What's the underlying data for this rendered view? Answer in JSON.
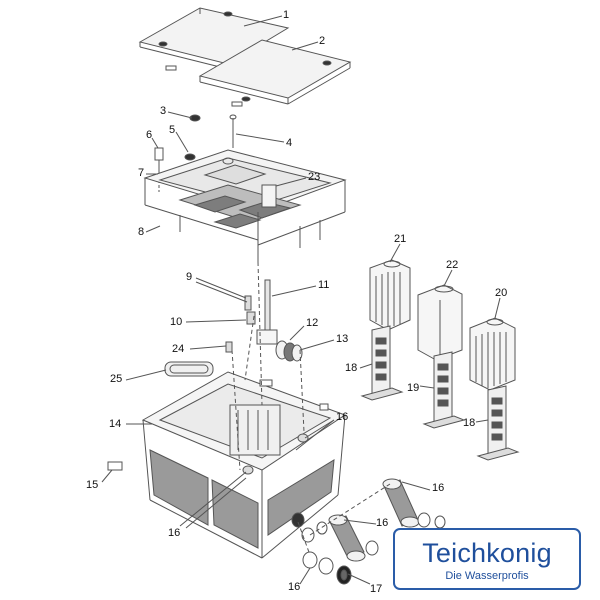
{
  "callouts": [
    "1",
    "2",
    "3",
    "4",
    "5",
    "6",
    "7",
    "8",
    "9",
    "10",
    "11",
    "12",
    "13",
    "14",
    "15",
    "16",
    "16",
    "16",
    "16",
    "16",
    "17",
    "18",
    "18",
    "19",
    "20",
    "21",
    "22",
    "23",
    "24",
    "25"
  ],
  "logo": {
    "name": "Teichkonig",
    "tagline": "Die Wasserprofis",
    "color": "#1f4f9c"
  },
  "colors": {
    "line": "#555555",
    "fill_light": "#f2f2f2",
    "fill_dark": "#8a8a8a"
  }
}
